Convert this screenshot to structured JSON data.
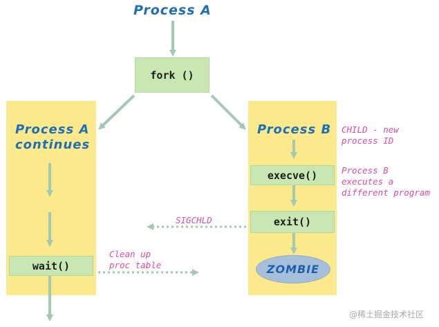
{
  "diagram": {
    "process_a_title": "Process A",
    "fork_label": "fork ()",
    "process_a_continues": [
      "Process A",
      "continues"
    ],
    "process_b_title": "Process B",
    "execve_label": "execve()",
    "exit_label": "exit()",
    "wait_label": "wait()",
    "zombie_label": "ZOMBIE",
    "notes": {
      "child_new_pid": [
        "CHILD - new",
        "process ID"
      ],
      "process_b_executes": [
        "Process B",
        "executes a",
        "different program"
      ],
      "sigchld": "SIGCHLD",
      "clean_up": [
        "Clean up",
        "proc table"
      ]
    }
  },
  "watermark": "@稀土掘金技术社区",
  "colors": {
    "yellow": "#fbe98b",
    "green_box": "#c9e7b2",
    "blue_text": "#1d6fb7",
    "pink_text": "#e14ba2",
    "arrow": "#a3c9b3",
    "zombie_fill": "#a6bfdb"
  }
}
